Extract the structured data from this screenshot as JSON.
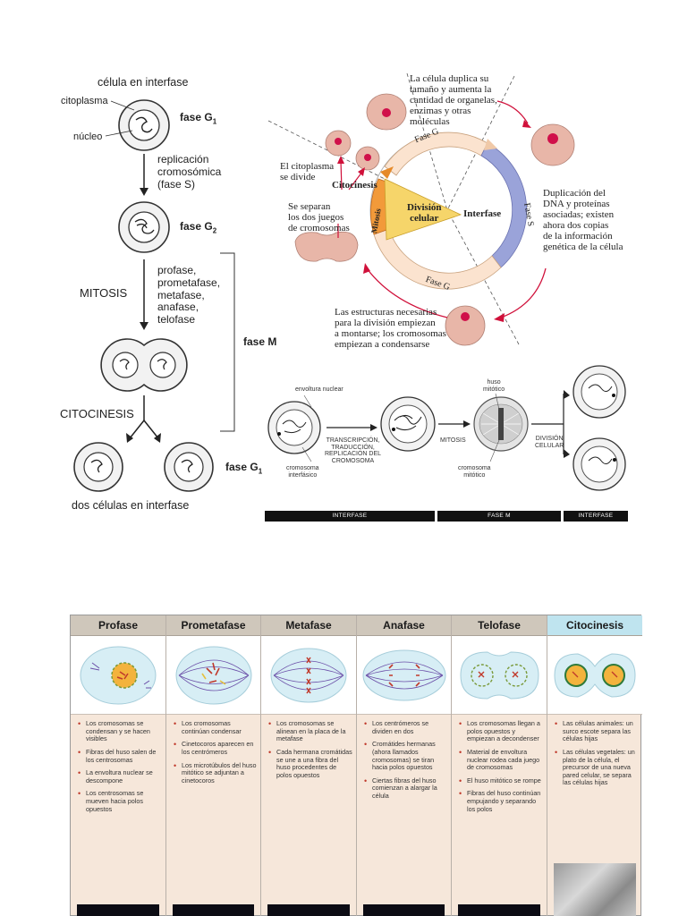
{
  "left_diagram": {
    "title_top": "célula en interfase",
    "citoplasma": "citoplasma",
    "nucleo": "núcleo",
    "fase_g1_top": "fase G",
    "g1_sub": "1",
    "replicacion": "replicación\ncromosómica\n(fase S)",
    "fase_g2": "fase G",
    "g2_sub": "2",
    "mitosis_phases": "profase,\nprometafase,\nmetafase,\nanafase,\ntelofase",
    "mitosis": "MITOSIS",
    "fase_m": "fase M",
    "citocinesis": "CITOCINESIS",
    "fase_g1_bottom": "fase G",
    "dos_celulas": "dos células en interfase"
  },
  "cycle_diagram": {
    "top_text": "La célula duplica su\ntamaño y aumenta la\ncantidad de organelas,\nenzimas y otras\nmoléculas",
    "citoplasma_divide": "El citoplasma\nse divide",
    "citocinesis": "Citocinesis",
    "separan": "Se separan\nlos dos juegos\nde cromosomas",
    "division": "División\ncelular",
    "mitosis": "Mitosis",
    "interfase": "Interfase",
    "fase_g_top": "Fase G",
    "fase_s": "Fase S",
    "fase_g_bottom": "Fase G",
    "duplicacion": "Duplicación del\nDNA y proteínas\nasociadas; existen\nahora dos copias\nde la información\ngenética de la célula",
    "estructuras": "Las estructuras necesarias\npara la división empiezan\na montarse; los cromosomas\nempiezan a condensarse"
  },
  "flow_diagram": {
    "envoltura": "envoltura nuclear",
    "cromosoma_interfasico": "cromosoma\ninterfásico",
    "transcripcion": "TRANSCRIPCIÓN,\nTRADUCCIÓN,\nREPLICACIÓN DEL\nCROMOSOMA",
    "huso": "huso\nmitótico",
    "mitosis": "MITOSIS",
    "cromosoma_mitotico": "cromosoma\nmitótico",
    "division_celular": "DIVISIÓN\nCELULAR",
    "bar_interfase": "INTERFASE",
    "bar_fase_m": "FASE M",
    "bar_interfase2": "INTERFASE"
  },
  "phases_table": {
    "columns": [
      {
        "title": "Profase",
        "bullets": [
          "Los cromosomas se condensan y se hacen visibles",
          "Fibras del huso salen de los centrosomas",
          "La envoltura nuclear se descompone",
          "Los centrosomas se mueven hacia polos opuestos"
        ]
      },
      {
        "title": "Prometafase",
        "bullets": [
          "Los cromosomas continúan condensar",
          "Cinetocoros aparecen en los centrómeros",
          "Los microtúbulos del huso mitótico se adjuntan a cinetocoros"
        ]
      },
      {
        "title": "Metafase",
        "bullets": [
          "Los cromosomas se alinean en la placa de la metafase",
          "Cada hermana cromátidas se une a una fibra del huso procedentes de polos opuestos"
        ]
      },
      {
        "title": "Anafase",
        "bullets": [
          "Los centrómeros se dividen en dos",
          "Cromátides hermanas (ahora llamados cromosomas) se tiran hacia polos opuestos",
          "Ciertas fibras del huso comienzan a alargar la célula"
        ]
      },
      {
        "title": "Telofase",
        "bullets": [
          "Los cromosomas llegan a polos opuestos y empiezan a decondenser",
          "Material de envoltura nuclear rodea cada juego de cromosomas",
          "El huso mitótico se rompe",
          "Fibras del huso continúan empujando y separando los polos"
        ]
      },
      {
        "title": "Citocinesis",
        "bullets": [
          "Las células animales: un surco escote separa las células hijas",
          "Las células vegetales: un plato de la célula, el precursor de una nueva pared celular, se separa las células hijas"
        ]
      }
    ]
  },
  "colors": {
    "cell_pink": "#e8b6a8",
    "nucleus_red": "#d0104a",
    "s_phase_blue": "#9aa3d9",
    "division_yellow": "#f4d35e",
    "mitosis_orange": "#f29a3a",
    "arrow_red": "#d0103a",
    "table_bg": "#f6e7da",
    "header_gray": "#cfc7bb",
    "header_cyan": "#bfe4ef"
  }
}
